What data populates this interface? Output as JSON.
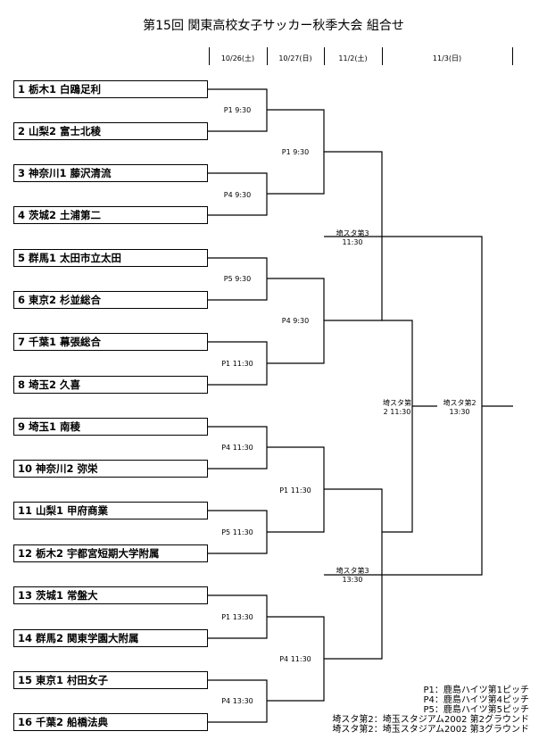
{
  "title": "第15回 関東高校女子サッカー秋季大会 組合せ",
  "dates": [
    "10/26(土)",
    "10/27(日)",
    "11/2(土)",
    "11/3(日)"
  ],
  "teams": [
    "1 栃木1 白鴎足利",
    "2 山梨2 富士北稜",
    "3 神奈川1 藤沢清流",
    "4 茨城2 土浦第二",
    "5 群馬1 太田市立太田",
    "6 東京2 杉並総合",
    "7 千葉1 幕張総合",
    "8 埼玉2 久喜",
    "9 埼玉1 南稜",
    "10 神奈川2 弥栄",
    "11 山梨1 甲府商業",
    "12 栃木2 宇都宮短期大学附属",
    "13 茨城1 常盤大",
    "14 群馬2 関東学園大附属",
    "15 東京1 村田女子",
    "16 千葉2 船橋法典"
  ],
  "round1": [
    "P1 9:30",
    "P4 9:30",
    "P5 9:30",
    "P1 11:30",
    "P4 11:30",
    "P5 11:30",
    "P1 13:30",
    "P4 13:30"
  ],
  "round2": [
    "P1 9:30",
    "P4 9:30",
    "P1 11:30",
    "P4 11:30"
  ],
  "round3": [
    {
      "venue": "埼スタ第3",
      "time": "11:30"
    },
    {
      "venue": "埼スタ第3",
      "time": "13:30"
    }
  ],
  "semifinal": {
    "venue": "埼スタ第",
    "time": "2 11:30"
  },
  "final": {
    "venue": "埼スタ第2",
    "time": "13:30"
  },
  "legend": [
    "P1：鹿島ハイツ第1ピッチ",
    "P4：鹿島ハイツ第4ピッチ",
    "P5：鹿島ハイツ第5ピッチ",
    "埼スタ第2：埼玉スタジアム2002 第2グラウンド",
    "埼スタ第2：埼玉スタジアム2002 第3グラウンド"
  ]
}
